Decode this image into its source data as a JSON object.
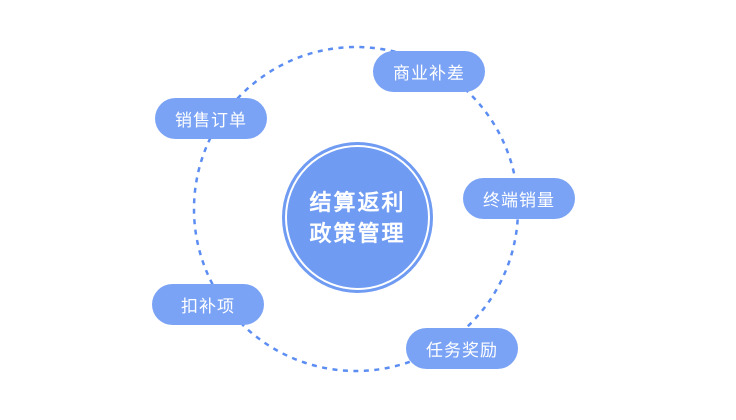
{
  "diagram": {
    "center": {
      "line1": "结算返利",
      "line2": "政策管理"
    },
    "nodes": [
      {
        "label": "商业补差",
        "position": "top"
      },
      {
        "label": "销售订单",
        "position": "upper-left"
      },
      {
        "label": "终端销量",
        "position": "right"
      },
      {
        "label": "扣补项",
        "position": "lower-left"
      },
      {
        "label": "任务奖励",
        "position": "bottom-right"
      }
    ],
    "colors": {
      "pill": "#7BA3F5",
      "center": "#6F9BF2",
      "dash": "#5C8DF2",
      "text": "#FFFFFF",
      "background": "#FFFFFF"
    }
  }
}
